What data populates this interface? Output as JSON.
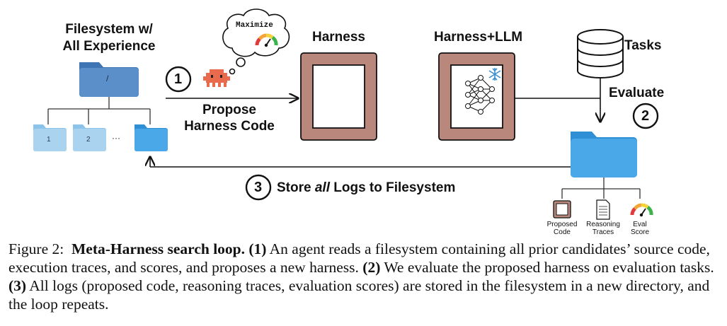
{
  "filesystem": {
    "title_line1": "Filesystem w/",
    "title_line2": "All Experience",
    "root_label": "/",
    "child1_label": "1",
    "child2_label": "2",
    "ellipsis": "···"
  },
  "thought": {
    "text": "Maximize"
  },
  "step1": {
    "number": "1",
    "line1": "Propose",
    "line2": "Harness Code"
  },
  "harness": {
    "title": "Harness"
  },
  "harness_llm": {
    "title": "Harness+LLM"
  },
  "tasks": {
    "label": "Tasks"
  },
  "step2": {
    "number": "2",
    "label": "Evaluate"
  },
  "step3": {
    "number": "3",
    "prefix": "Store ",
    "emphasis": "all",
    "suffix": " Logs to Filesystem"
  },
  "outputs": {
    "code_l1": "Proposed",
    "code_l2": "Code",
    "traces_l1": "Reasoning",
    "traces_l2": "Traces",
    "score_l1": "Eval",
    "score_l2": "Score"
  },
  "caption": {
    "prefix": "Figure 2:",
    "title": "Meta-Harness search loop.",
    "s1": "(1)",
    "t1": " An agent reads a filesystem containing all prior candidates’ source code, execution traces, and scores, and proposes a new harness. ",
    "s2": "(2)",
    "t2": " We evaluate the proposed harness on evaluation tasks. ",
    "s3": "(3)",
    "t3": " All logs (proposed code, reasoning traces, evaluation scores) are stored in the filesystem in a new directory, and the loop repeats."
  },
  "colors": {
    "folder_dark": "#5b8fc9",
    "folder_light": "#a9d3ef",
    "folder_bright": "#4aa8e8",
    "harness_frame": "#b9877c",
    "agent": "#ea6a4e"
  }
}
